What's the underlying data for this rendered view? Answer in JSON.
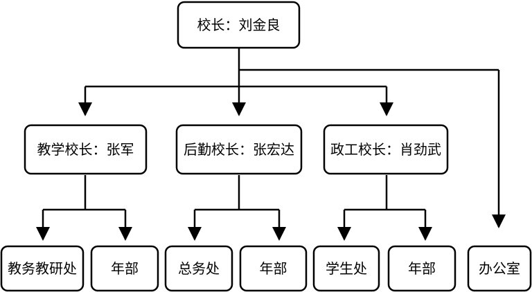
{
  "diagram": {
    "nodes": {
      "principal": "校长：刘金良",
      "vp_teaching": "教学校长：张军",
      "vp_logistics": "后勤校长：张宏达",
      "vp_politics": "政工校长：肖劲武",
      "office_academic": "教务教研处",
      "grade_dept_1": "年部",
      "general_affairs": "总务处",
      "grade_dept_2": "年部",
      "student_affairs": "学生处",
      "grade_dept_3": "年部",
      "main_office": "办公室"
    }
  }
}
